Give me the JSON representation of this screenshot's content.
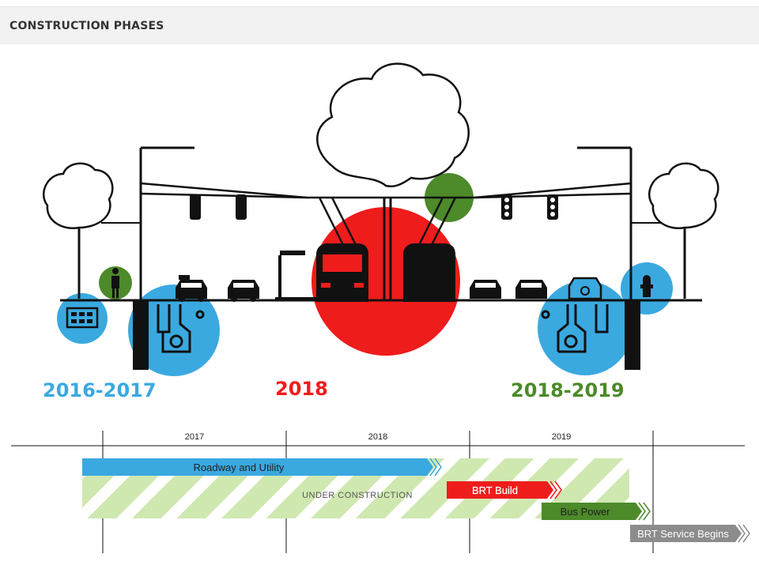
{
  "header": {
    "title": "CONSTRUCTION PHASES"
  },
  "phases": [
    {
      "label": "2016-2017",
      "color": "#3aa9e0"
    },
    {
      "label": "2018",
      "color": "#ef1c1c"
    },
    {
      "label": "2018-2019",
      "color": "#4c8a2a"
    }
  ],
  "timeline": {
    "years": [
      "2017",
      "2018",
      "2019"
    ],
    "under_construction": "UNDER CONSTRUCTION",
    "bars": [
      {
        "label": "Roadway and Utility",
        "color": "#3aa9e0"
      },
      {
        "label": "BRT Build",
        "color": "#ef1c1c"
      },
      {
        "label": "Bus Power",
        "color": "#4c8a2a"
      },
      {
        "label": "BRT Service Begins",
        "color": "#8c8c8c"
      }
    ],
    "hatch_color": "#cfe8b0"
  }
}
